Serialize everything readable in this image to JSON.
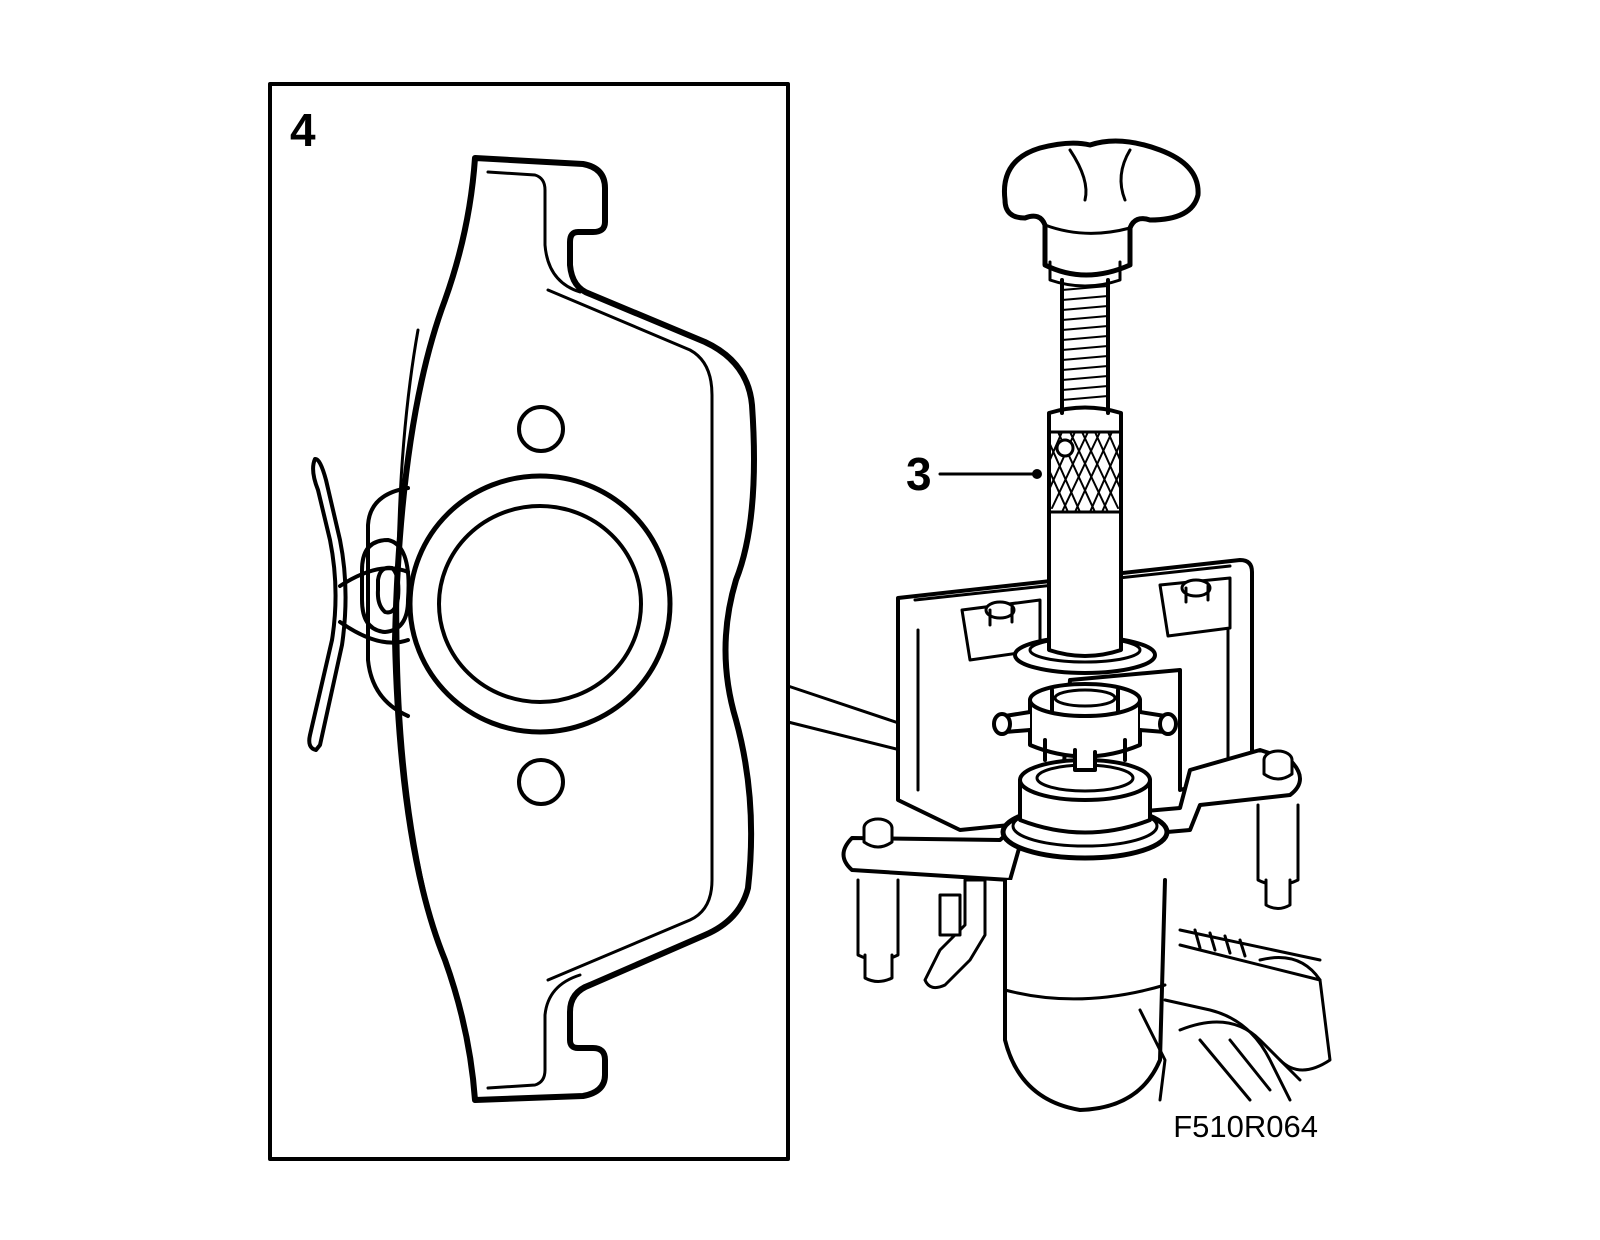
{
  "callouts": {
    "inset_number": "4",
    "tool_number": "3"
  },
  "figure_code": "F510R064",
  "colors": {
    "line": "#000000",
    "background": "#ffffff"
  }
}
